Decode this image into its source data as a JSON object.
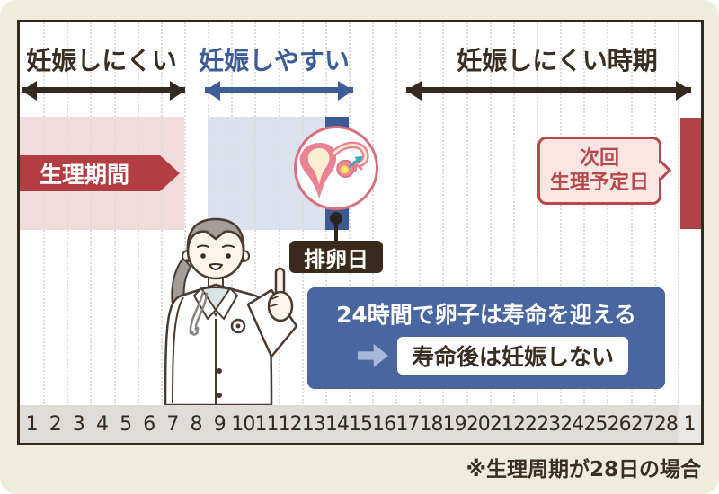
{
  "zones": {
    "infertile_left": "妊娠しにくい",
    "fertile": "妊娠しやすい",
    "infertile_right": "妊娠しにくい時期"
  },
  "menstruation": {
    "label": "生理期間"
  },
  "ovulation": {
    "label": "排卵日"
  },
  "next_period": {
    "line1": "次回",
    "line2": "生理予定日"
  },
  "info_box": {
    "line1": "24時間で卵子は寿命を迎える",
    "line2": "寿命後は妊娠しない"
  },
  "days": [
    "1",
    "2",
    "3",
    "4",
    "5",
    "6",
    "7",
    "8",
    "9",
    "10",
    "11",
    "12",
    "13",
    "14",
    "15",
    "16",
    "17",
    "18",
    "19",
    "20",
    "21",
    "22",
    "23",
    "24",
    "25",
    "26",
    "27",
    "28",
    "1"
  ],
  "footnote": "※生理周期が28日の場合",
  "colors": {
    "card_background": "#F0ECDC",
    "chart_border": "#33291F",
    "dark_text": "#3A2E22",
    "fertile_blue": "#3E5C97",
    "menses_band": "#F3DCDC",
    "fertile_band": "#DBE1ED",
    "ovulation_bar": "#3D5A94",
    "menses_banner": "#B23E44",
    "next_period_bar": "#AF4348",
    "bubble_fill": "#FBE6E4",
    "bubble_border": "#B5494D",
    "info_box_blue": "#4A66A0",
    "info_arrow": "#A8B9D8",
    "ovulation_label_bg": "#3A2A1C",
    "day_strip": "#DFDBD7",
    "circle_border": "#D8707C"
  },
  "diagram_data": {
    "cycle_length_days": 28,
    "zones": [
      {
        "label": "妊娠しにくい",
        "days": [
          1,
          7
        ]
      },
      {
        "label": "妊娠しやすい",
        "days": [
          9,
          14
        ]
      },
      {
        "label": "妊娠しにくい時期",
        "days": [
          15,
          28
        ]
      },
      {
        "label": "生理期間",
        "days": [
          1,
          7
        ]
      },
      {
        "label": "排卵日",
        "day": 14
      },
      {
        "label": "次回生理予定日",
        "day": 29
      }
    ]
  }
}
